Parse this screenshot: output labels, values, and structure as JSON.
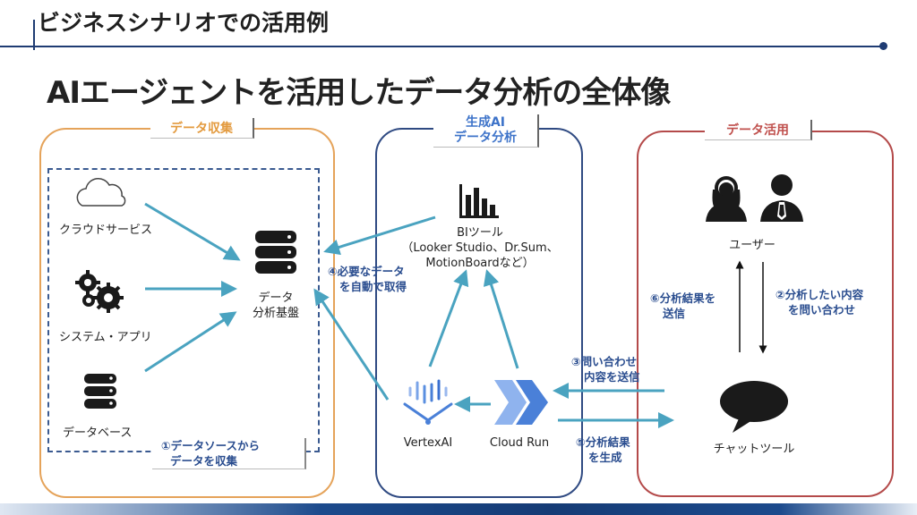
{
  "header": {
    "section": "ビジネスシナリオでの活用例"
  },
  "title": "AIエージェントを活用したデータ分析の全体像",
  "panels": {
    "collect": {
      "label": "データ収集"
    },
    "analyze": {
      "label_line1": "生成AI",
      "label_line2": "データ分析"
    },
    "use": {
      "label": "データ活用"
    }
  },
  "sources": {
    "cloud": "クラウドサービス",
    "system": "システム・アプリ",
    "database": "データベース"
  },
  "platform": {
    "line1": "データ",
    "line2": "分析基盤"
  },
  "bi": {
    "line1": "BIツール",
    "line2": "（Looker Studio、Dr.Sum、",
    "line3": "MotionBoardなど）"
  },
  "vertex": "VertexAI",
  "cloudrun": "Cloud Run",
  "user": "ユーザー",
  "chat": "チャットツール",
  "steps": {
    "s1_line1": "①データソースから",
    "s1_line2": "データを収集",
    "s2_line1": "②分析したい内容",
    "s2_line2": "を問い合わせ",
    "s3_line1": "③問い合わせ",
    "s3_line2": "内容を送信",
    "s4_line1": "④必要なデータ",
    "s4_line2": "を自動で取得",
    "s5_line1": "⑤分析結果",
    "s5_line2": "を生成",
    "s6_line1": "⑥分析結果を",
    "s6_line2": "送信"
  },
  "colors": {
    "arrow": "#4aa3c0",
    "collect": "#e5a35a",
    "analyze": "#2f4a82",
    "use": "#b44a4a",
    "header_line": "#1f3c73"
  }
}
